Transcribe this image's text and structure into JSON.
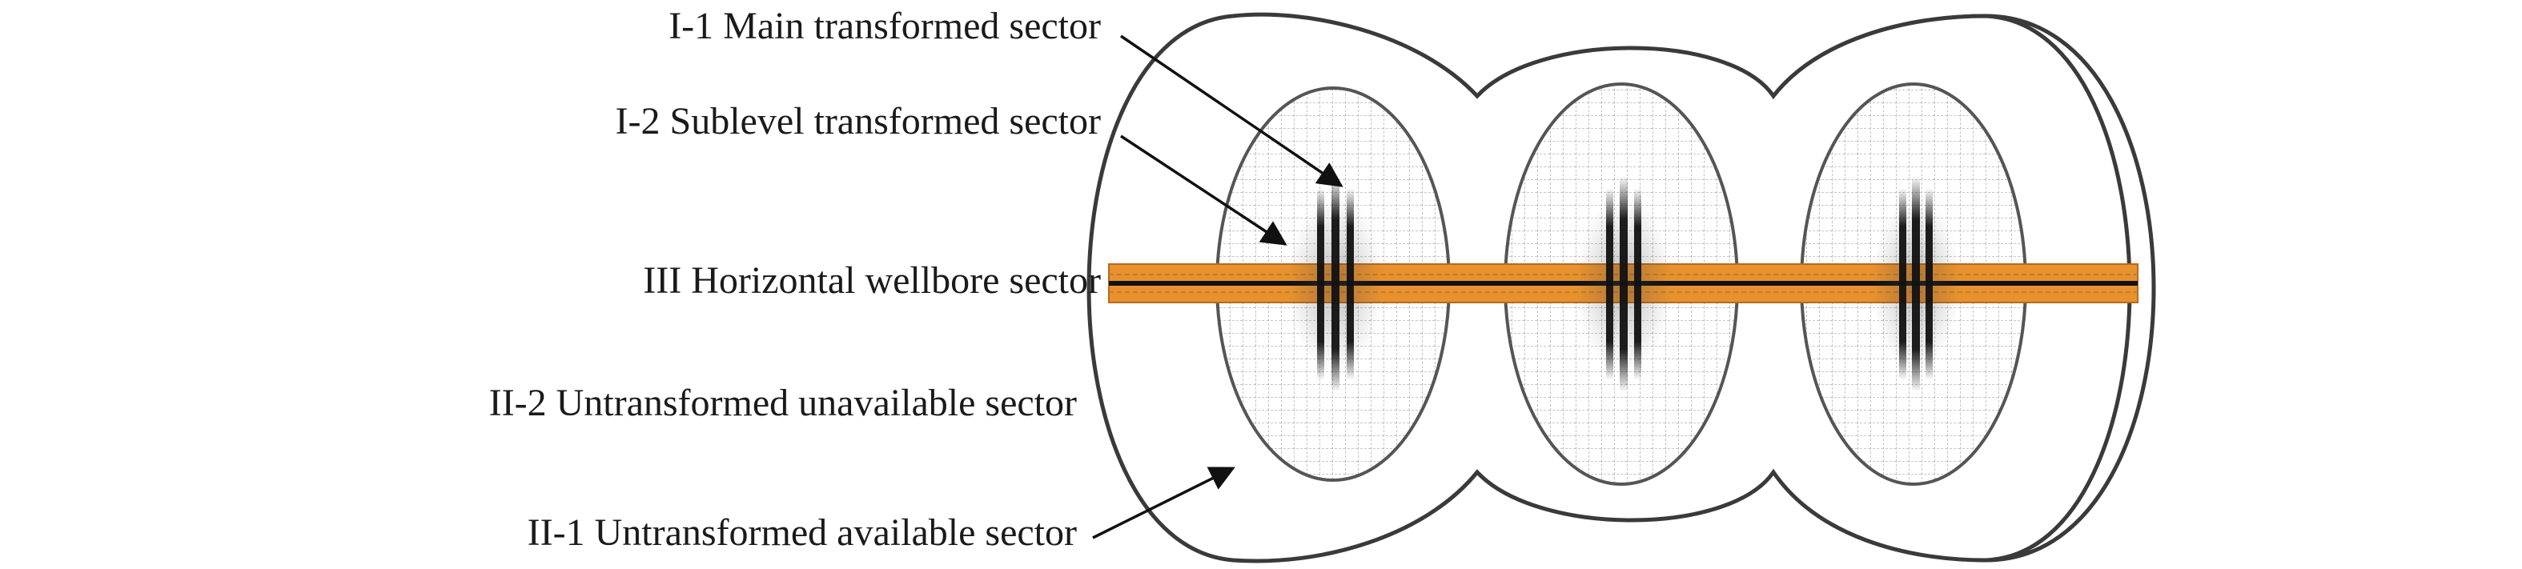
{
  "labels": {
    "main_transformed": "I-1 Main transformed sector",
    "sublevel_transformed": "I-2 Sublevel transformed sector",
    "horizontal_wellbore": "III Horizontal wellbore sector",
    "untransformed_unavailable": "II-2 Untransformed unavailable sector",
    "untransformed_available": "II-1 Untransformed available sector"
  },
  "colors": {
    "wellbore": "#e8922f",
    "wellbore_edge": "#b86a1a",
    "outline": "#3a3a3a",
    "grid": "#bdbdbd",
    "fracture": "#111111"
  }
}
